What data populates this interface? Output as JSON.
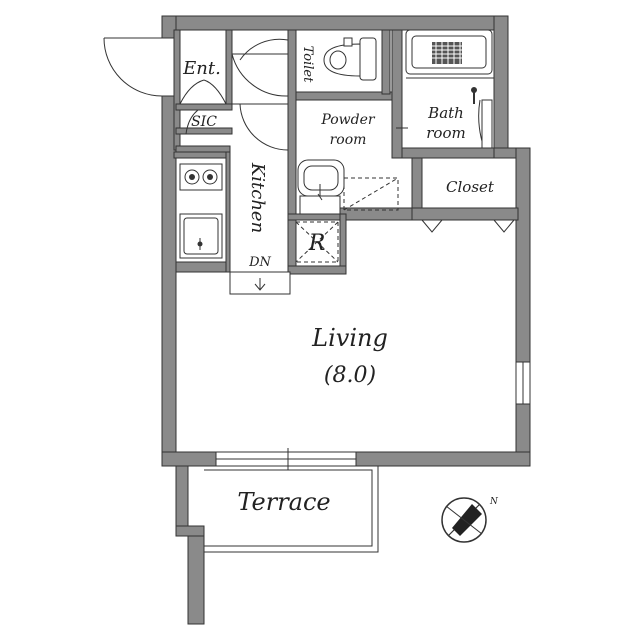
{
  "rooms": {
    "entrance": "Ent.",
    "sic": "SIC",
    "toilet": "Toilet",
    "bath_line1": "Bath",
    "bath_line2": "room",
    "powder_line1": "Powder",
    "powder_line2": "room",
    "kitchen": "Kitchen",
    "closet": "Closet",
    "refrigerator": "R",
    "down": "DN",
    "living": "Living",
    "living_size": "(8.0)",
    "terrace": "Terrace"
  },
  "compass": {
    "north": "N"
  }
}
